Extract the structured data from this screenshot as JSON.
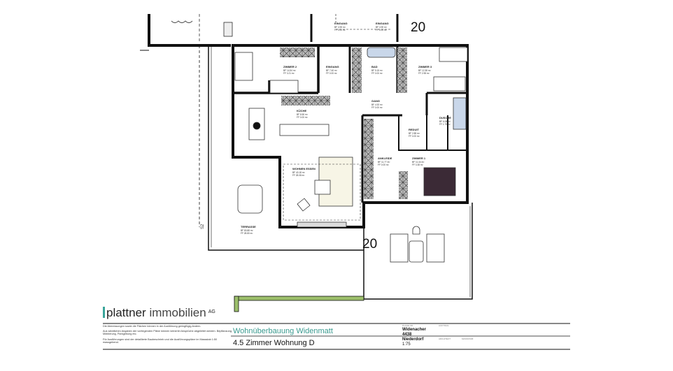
{
  "plan": {
    "rooms": [
      {
        "name": "ZIMMER 2",
        "bf": "BF 14.54 m²",
        "ff": "FF 3.21 m²"
      },
      {
        "name": "EINGANG",
        "bf": "BF 7.40 m²",
        "ff": "FF 0.00 m²"
      },
      {
        "name": "BAD",
        "bf": "BF 5.15 m²",
        "ff": "FF 0.00 m²"
      },
      {
        "name": "ZIMMER 3",
        "bf": "BF 12.38 m²",
        "ff": "FF 2.98 m²"
      },
      {
        "name": "KÜCHE",
        "bf": "BF 8.50 m²",
        "ff": "FF 0.00 m²"
      },
      {
        "name": "GANG",
        "bf": "BF 4.92 m²",
        "ff": "FF 0.00 m²"
      },
      {
        "name": "REDUIT",
        "bf": "BF 2.85 m²",
        "ff": "FF 0.00 m²"
      },
      {
        "name": "DUSCHE",
        "bf": "BF 6.08 m²",
        "ff": "FF 1.79 m²"
      },
      {
        "name": "ANKLEIDE",
        "bf": "BF 11.77 m²",
        "ff": "FF 0.00 m²"
      },
      {
        "name": "ZIMMER 1",
        "bf": "BF 11.44 m²",
        "ff": "FF 3.38 m²"
      },
      {
        "name": "WOHNEN ESSEN",
        "bf": "BF 40.18 m²",
        "ff": "FF 28.08 m²"
      },
      {
        "name": "TERRASSE",
        "bf": "BF 80.88 m²",
        "ff": "FF 28.80 m²"
      },
      {
        "name": "EINGANG",
        "bf": "BF 4.90 m²",
        "ff": "FF 0.00 m²"
      },
      {
        "name": "EINGANG",
        "bf": "BF 4.90 m²",
        "ff": "FF 0.00 m²"
      }
    ],
    "level_marks": [
      "20",
      "20"
    ],
    "section_mark": "S2",
    "colors": {
      "wall": "#111111",
      "hatch": "#888888",
      "green": "#9cbf6b",
      "bath": "#c9d7ea",
      "bed": "#3b2a36"
    }
  },
  "titleblock": {
    "logo_main": "plattner",
    "logo_light": "immobilien",
    "logo_suffix": "AG",
    "notes": [
      "Die Abmessungen sowie die Flächen können in der Ausführung geringfügig ändern.",
      "Aus sämtlichen Angaben der vorliegenden Pläne können keinerlei Ansprüche abgeleitet werden. Bepflanzung, Möblierung, Parkgebung etc.",
      "Für Ausführungen sind der detaillierte Baubeschrieb und die Ausführungspläne im Massstab 1:50 massgebend."
    ],
    "project": "Wohnüberbauung Widenmatt",
    "unit": "4.5 Zimmer Wohnung D",
    "label_plan": "PLANE NR.:",
    "label_auftrag": "AUFTRAG:",
    "label_massstab": "MASSSTAB:",
    "label_architekt": "ARCHITEKT:",
    "street": "Widenacher",
    "zip": "4438",
    "town": "Niederdorf",
    "scale": "1:75"
  }
}
